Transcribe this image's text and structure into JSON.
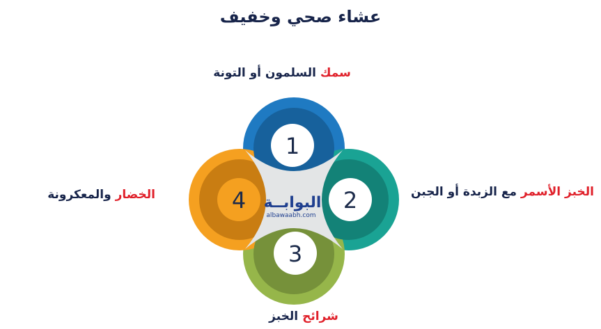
{
  "title": "عشاء صحي وخفيف",
  "items": [
    {
      "number": "1",
      "label_highlight": "سمك",
      "label_rest": " السلمون أو التونة"
    },
    {
      "number": "2",
      "label_highlight": "الخبز الأسمر",
      "label_rest": " مع الزبدة أو الجبن"
    },
    {
      "number": "3",
      "label_highlight": "شرائح",
      "label_rest": " الخبز"
    },
    {
      "number": "4",
      "label_highlight": "الخضار",
      "label_rest": " والمعكرونة"
    }
  ],
  "logo": {
    "arabic": "البوابــة",
    "latin": "albawaabh.com"
  },
  "colors": {
    "blue": "#1f7ac2",
    "teal": "#1aa394",
    "green": "#96b64a",
    "orange": "#f5a020",
    "highlight": "#e0202a",
    "text": "#17244a",
    "center": "#e3e5e6"
  }
}
